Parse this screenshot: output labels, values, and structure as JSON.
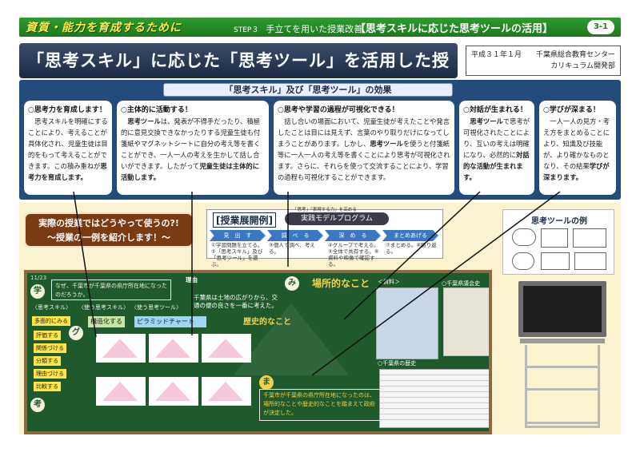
{
  "header": {
    "left": "資質・能力を育成するために",
    "step": "STEP３",
    "step_title": "手立てを用いた授業改善",
    "right": "【思考スキルに応じた思考ツールの活用】",
    "page": "3-1"
  },
  "title": "「思考スキル」に応じた「思考ツール」を活用した授業例",
  "org": {
    "date": "平成３１年１月",
    "center": "千葉県総合教育センター",
    "dept": "カリキュラム開発部"
  },
  "effects": {
    "title": "「思考スキル」及び「思考ツール」の効果",
    "cards": [
      {
        "head": "○思考力を育成します！",
        "body": "　思考スキルを明確にすることにより、考えることが具体化され、児童生徒は目的をもって考えることができます。この積み重ねが",
        "strong": "思考力を育成します。"
      },
      {
        "head": "○主体的に活動する！",
        "body_pre": "　",
        "strong1": "思考ツール",
        "body": "は、発表が不得手だったり、積極的に意見交換できなかったりする児童生徒も付箋紙やマグネットシートに自分の考え等を書くことができ、一人一人の考えを生かして話し合いができます。したがって",
        "strong": "児童生徒は主体的に活動します。"
      },
      {
        "head": "○思考や学習の過程が可視化できる！",
        "body": "　話し合いの場面において、児童生徒が考えたことや発言したことは目には見えず、言葉のやり取りだけになってしまうことがあります。しかし、",
        "strong": "思考ツール",
        "body2": "を使うと付箋紙等に一人一人の考え等を書くことにより思考が可視化されます。さらに、それらを使って交流することにより、学習の過程も可視化することができます。"
      },
      {
        "head": "○対話が生まれる！",
        "pre": "　",
        "strong1": "思考ツール",
        "body": "で思考が可視化されたことにより、互いの考えは明確になり、必然的に",
        "strong": "対話的な活動が生まれます。"
      },
      {
        "head": "○学びが深まる！",
        "body": "　一人一人の見方・考え方をまとめることにより、知識及び技能が、より確かなものとなり、その結果",
        "strong": "学びが深まります。"
      }
    ]
  },
  "callout": {
    "line1": "実際の授業ではどうやって使うの?!",
    "line2": "～授業の一例を紹介します！～"
  },
  "flow": {
    "title": "[授業展開例]",
    "program_sub": "「思考」「表現する力」を高める",
    "program": "実践モデルプログラム",
    "steps": [
      "見　出　す",
      "調　べ　る",
      "深　め　る",
      "まとめあげる"
    ],
    "descs": [
      "①学習問題を立てる。②「思考スキル」及び「思考ツール」を選ぶ。",
      "③個人で調べ、考える。",
      "④グループで考える。⑤全体で共有する。⑥資料や映像で確認する。",
      "⑦まとめる。⑧振り返る。"
    ]
  },
  "board": {
    "date": "11/23",
    "question": "なぜ、千葉市が千葉県の県庁所在地になったのだろうか。",
    "gaku": "学",
    "gu": "グ",
    "kou": "考",
    "mi": "み",
    "ma": "ま",
    "skill_label": "〈思考スキル〉",
    "use_skill": "〈使う思考スキル〉",
    "use_tool": "〈使う思考ツール〉",
    "skills": [
      "多面的にみる",
      "評価する",
      "関係づける",
      "分類する",
      "理由づける",
      "比較する"
    ],
    "chosen_skill": "構造化する",
    "chosen_tool": "ピラミッドチャート",
    "reason_title": "理由",
    "reason_body": "千葉県は土地の広がりから、交通の便の良さを一番に考えた。",
    "geo": "場所的なこと",
    "resource": "＜資料＞",
    "hist": "歴史的なこと",
    "kaigi": "○千葉県議会史",
    "rekishi": "○千葉県の歴史",
    "conclusion": "千葉市が千葉県の県庁所在地になったのは、場所的なことや歴史的なことを踏まえて政府が決定した。"
  },
  "tools_example": {
    "title": "思考ツールの例"
  }
}
